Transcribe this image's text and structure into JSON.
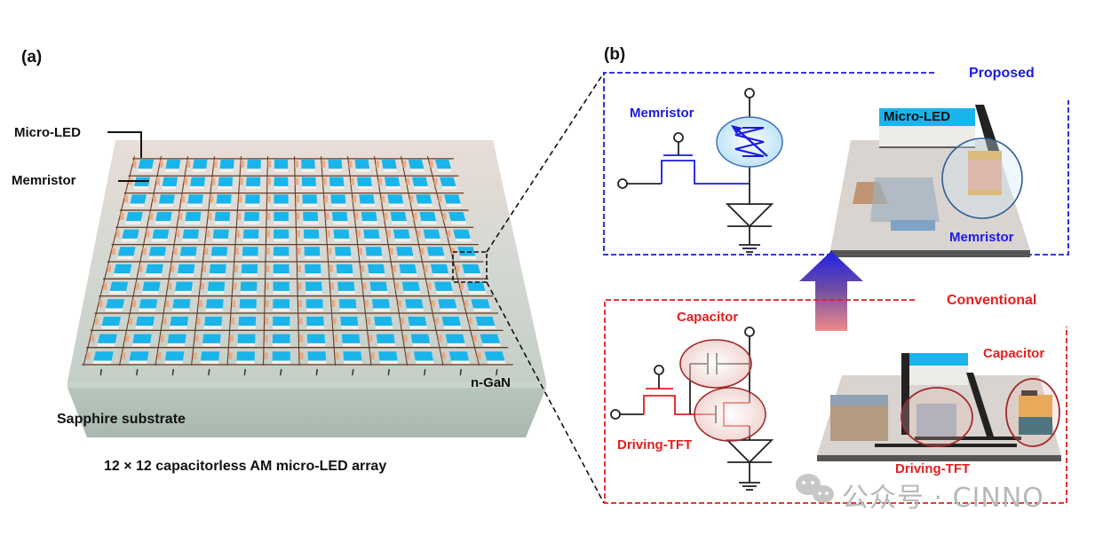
{
  "panel_a": {
    "label": "(a)",
    "callouts": {
      "micro_led": "Micro-LED",
      "memristor": "Memristor",
      "n_gan": "n-GaN",
      "substrate": "Sapphire substrate"
    },
    "caption": "12 × 12 capacitorless AM micro-LED array",
    "array": {
      "rows": 12,
      "cols": 12
    },
    "colors": {
      "led": "#19b4ea",
      "wire": "#6b3a22",
      "memristor": "#e8a47e",
      "substrate": "#b7c6bd"
    }
  },
  "panel_b": {
    "label": "(b)",
    "proposed": {
      "title": "Proposed",
      "circuit_label": "Memristor",
      "device_labels": {
        "micro_led": "Micro-LED",
        "memristor": "Memristor"
      },
      "color": "#1a1ae6"
    },
    "conventional": {
      "title": "Conventional",
      "circuit_labels": {
        "capacitor": "Capacitor",
        "driving_tft": "Driving-TFT"
      },
      "device_labels": {
        "capacitor": "Capacitor",
        "driving_tft": "Driving-TFT"
      },
      "color": "#e61e1e"
    }
  },
  "watermark": {
    "text": "公众号 · CINNO",
    "icon": "wechat-icon"
  }
}
